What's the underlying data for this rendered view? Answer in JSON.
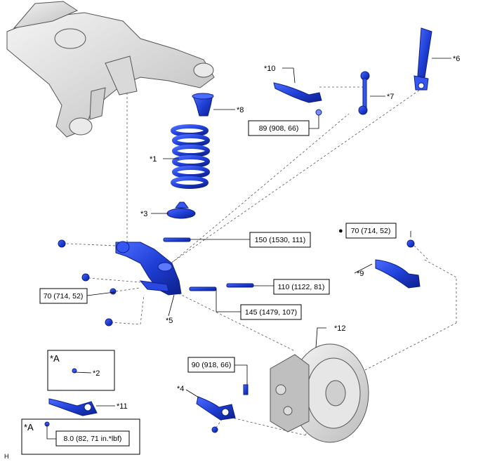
{
  "callouts": {
    "c1": "*1",
    "c2": "*2",
    "c3": "*3",
    "c4": "*4",
    "c5": "*5",
    "c6": "*6",
    "c7": "*7",
    "c8": "*8",
    "c9": "*9",
    "c10": "*10",
    "c11": "*11",
    "c12": "*12"
  },
  "frame_labels": {
    "upper": "*A",
    "lower": "*A"
  },
  "torques": {
    "t_89": "89 (908, 66)",
    "t_150": "150 (1530, 111)",
    "t_70_right": "70 (714, 52)",
    "t_70_left": "70 (714, 52)",
    "t_110": "110 (1122, 81)",
    "t_145": "145 (1479, 107)",
    "t_90": "90 (918, 66)",
    "t_8": "8.0 (82, 71 in.*lbf)"
  },
  "marker": "●",
  "corner_code": "H",
  "colors": {
    "part_blue": "#1f3fd6",
    "part_blue_dark": "#0d1f8a",
    "line": "#000000",
    "frame_gray": "#c8c8c8"
  }
}
